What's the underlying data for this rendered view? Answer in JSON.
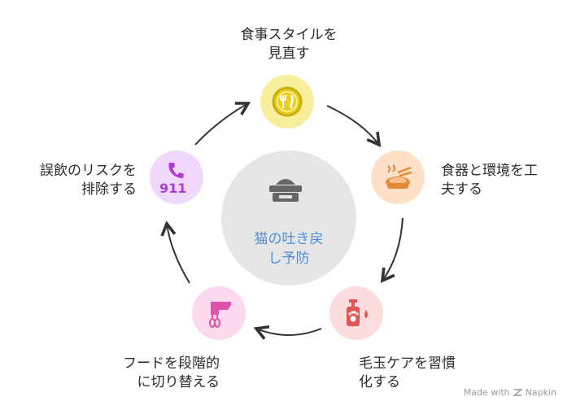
{
  "center": {
    "title": "猫の吐き戻\nし予防",
    "icon": "food-bowl-icon"
  },
  "steps": [
    {
      "id": "diet",
      "label": "食事スタイルを\n見直す",
      "icon": "clock-utensils-icon",
      "color": "#f7ef9b"
    },
    {
      "id": "bowl",
      "label": "食器と環境を工\n夫する",
      "icon": "bowl-icon",
      "color": "#fde0c6"
    },
    {
      "id": "hairball",
      "label": "毛玉ケアを習慣\n化する",
      "icon": "pump-bottle-icon",
      "color": "#fcdcdc"
    },
    {
      "id": "food",
      "label": "フードを段階的\nに切り替える",
      "icon": "hand-mixer-icon",
      "color": "#fcd9ee"
    },
    {
      "id": "accident",
      "label": "誤飲のリスクを\n排除する",
      "icon": "emergency-phone-icon",
      "color": "#f0d8fb",
      "icon_text": "911"
    }
  ],
  "credit": {
    "text": "Made with",
    "brand": "Napkin"
  }
}
